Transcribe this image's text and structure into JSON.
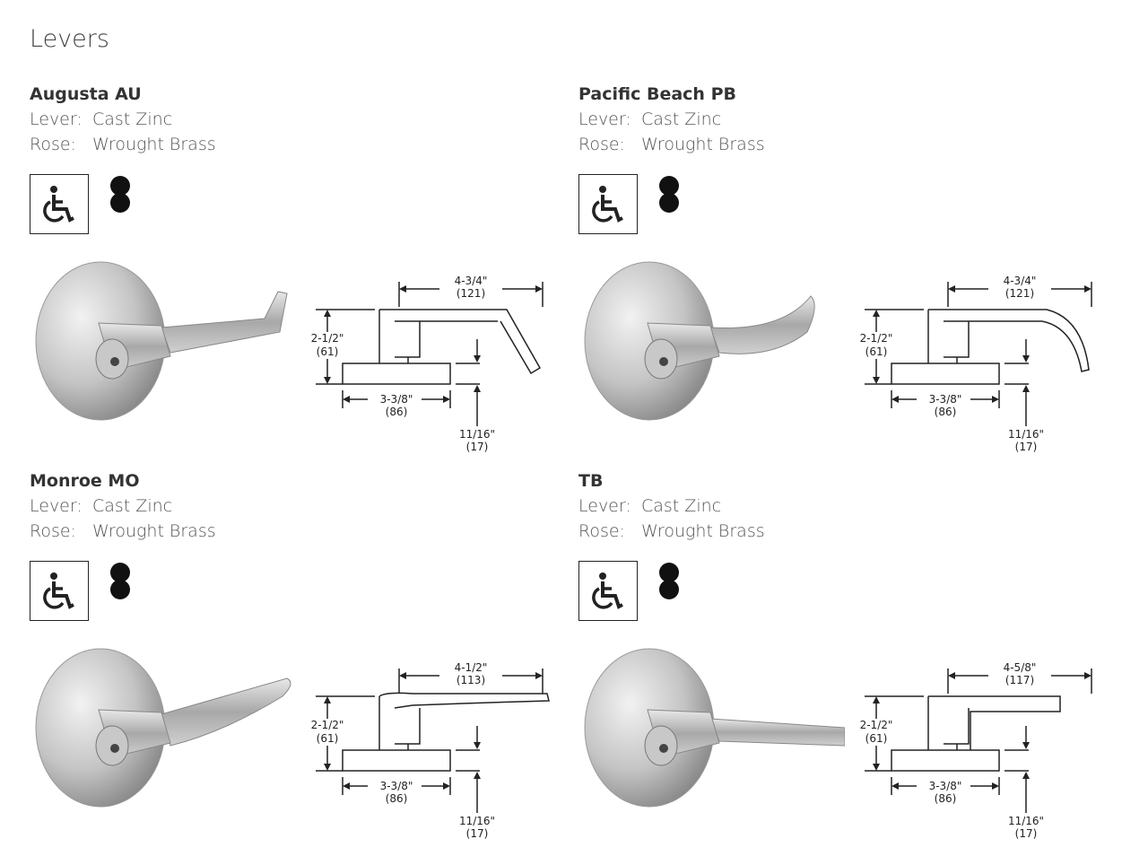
{
  "page_title": "Levers",
  "colors": {
    "text": "#3a3a3a",
    "line": "#222222"
  },
  "icons": [
    "wheelchair-accessible-icon",
    "figure-eight-cylinder-icon"
  ],
  "levers": [
    {
      "name": "Augusta AU",
      "lever_label": "Lever:",
      "lever": "Cast Zinc",
      "rose_label": "Rose:",
      "rose": "Wrought Brass",
      "dims": {
        "length_in": "4-3/4\"",
        "length_mm": "(121)",
        "height_in": "2-1/2\"",
        "height_mm": "(61)",
        "rose_in": "3-3/8\"",
        "rose_mm": "(86)",
        "offset_in": "11/16\"",
        "offset_mm": "(17)"
      }
    },
    {
      "name": "Pacific Beach PB",
      "lever_label": "Lever:",
      "lever": "Cast Zinc",
      "rose_label": "Rose:",
      "rose": "Wrought Brass",
      "dims": {
        "length_in": "4-3/4\"",
        "length_mm": "(121)",
        "height_in": "2-1/2\"",
        "height_mm": "(61)",
        "rose_in": "3-3/8\"",
        "rose_mm": "(86)",
        "offset_in": "11/16\"",
        "offset_mm": "(17)"
      }
    },
    {
      "name": "Monroe MO",
      "lever_label": "Lever:",
      "lever": "Cast Zinc",
      "rose_label": "Rose:",
      "rose": "Wrought Brass",
      "dims": {
        "length_in": "4-1/2\"",
        "length_mm": "(113)",
        "height_in": "2-1/2\"",
        "height_mm": "(61)",
        "rose_in": "3-3/8\"",
        "rose_mm": "(86)",
        "offset_in": "11/16\"",
        "offset_mm": "(17)"
      }
    },
    {
      "name": "TB",
      "lever_label": "Lever:",
      "lever": "Cast Zinc",
      "rose_label": "Rose:",
      "rose": "Wrought Brass",
      "dims": {
        "length_in": "4-5/8\"",
        "length_mm": "(117)",
        "height_in": "2-1/2\"",
        "height_mm": "(61)",
        "rose_in": "3-3/8\"",
        "rose_mm": "(86)",
        "offset_in": "11/16\"",
        "offset_mm": "(17)"
      }
    }
  ]
}
